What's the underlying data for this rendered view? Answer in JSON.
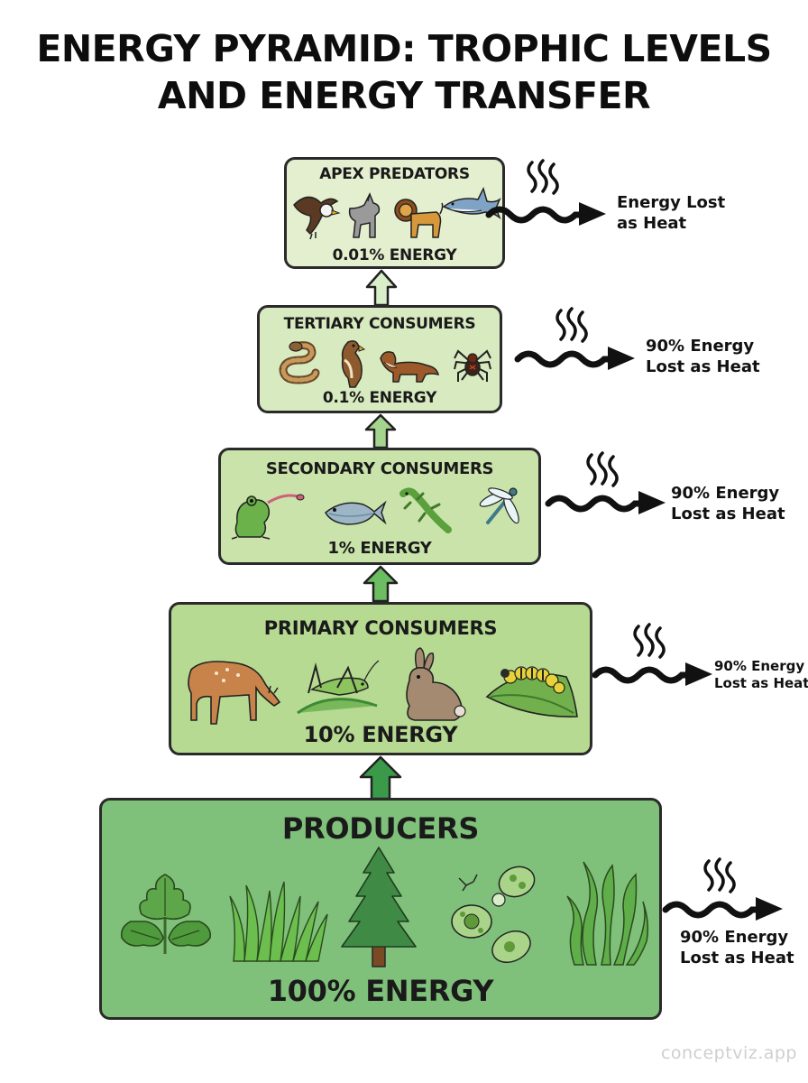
{
  "title": {
    "line1": "ENERGY PYRAMID: TROPHIC LEVELS",
    "line2": "AND ENERGY TRANSFER"
  },
  "levels": [
    {
      "name": "APEX PREDATORS",
      "energy": "0.01% ENERGY",
      "fill": "#e3efcf",
      "organisms": [
        "eagle",
        "wolf",
        "lion",
        "shark"
      ],
      "heat_label": [
        "Energy Lost",
        "as Heat"
      ]
    },
    {
      "name": "TERTIARY CONSUMERS",
      "energy": "0.1% ENERGY",
      "fill": "#d8eac0",
      "organisms": [
        "snake",
        "hawk",
        "weasel",
        "spider"
      ],
      "heat_label": [
        "90% Energy",
        "Lost as Heat"
      ]
    },
    {
      "name": "SECONDARY CONSUMERS",
      "energy": "1% ENERGY",
      "fill": "#c9e3ab",
      "organisms": [
        "frog",
        "fish",
        "lizard",
        "dragonfly"
      ],
      "heat_label": [
        "90% Energy",
        "Lost as Heat"
      ]
    },
    {
      "name": "PRIMARY CONSUMERS",
      "energy": "10% ENERGY",
      "fill": "#b6da92",
      "organisms": [
        "deer",
        "grasshopper",
        "rabbit",
        "caterpillar"
      ],
      "heat_label": [
        "90% Energy",
        "Lost as Heat"
      ]
    },
    {
      "name": "PRODUCERS",
      "energy": "100% ENERGY",
      "fill": "#7fc07a",
      "organisms": [
        "oak-leaves",
        "grass",
        "pine-tree",
        "algae-cells",
        "seaweed"
      ],
      "heat_label": [
        "90% Energy",
        "Lost as Heat"
      ]
    }
  ],
  "colors": {
    "arrow_fill": "#6fbf6a",
    "arrow_fill_light": "#d9efc9",
    "outline": "#2a2a2a"
  },
  "watermark": "conceptviz.app"
}
